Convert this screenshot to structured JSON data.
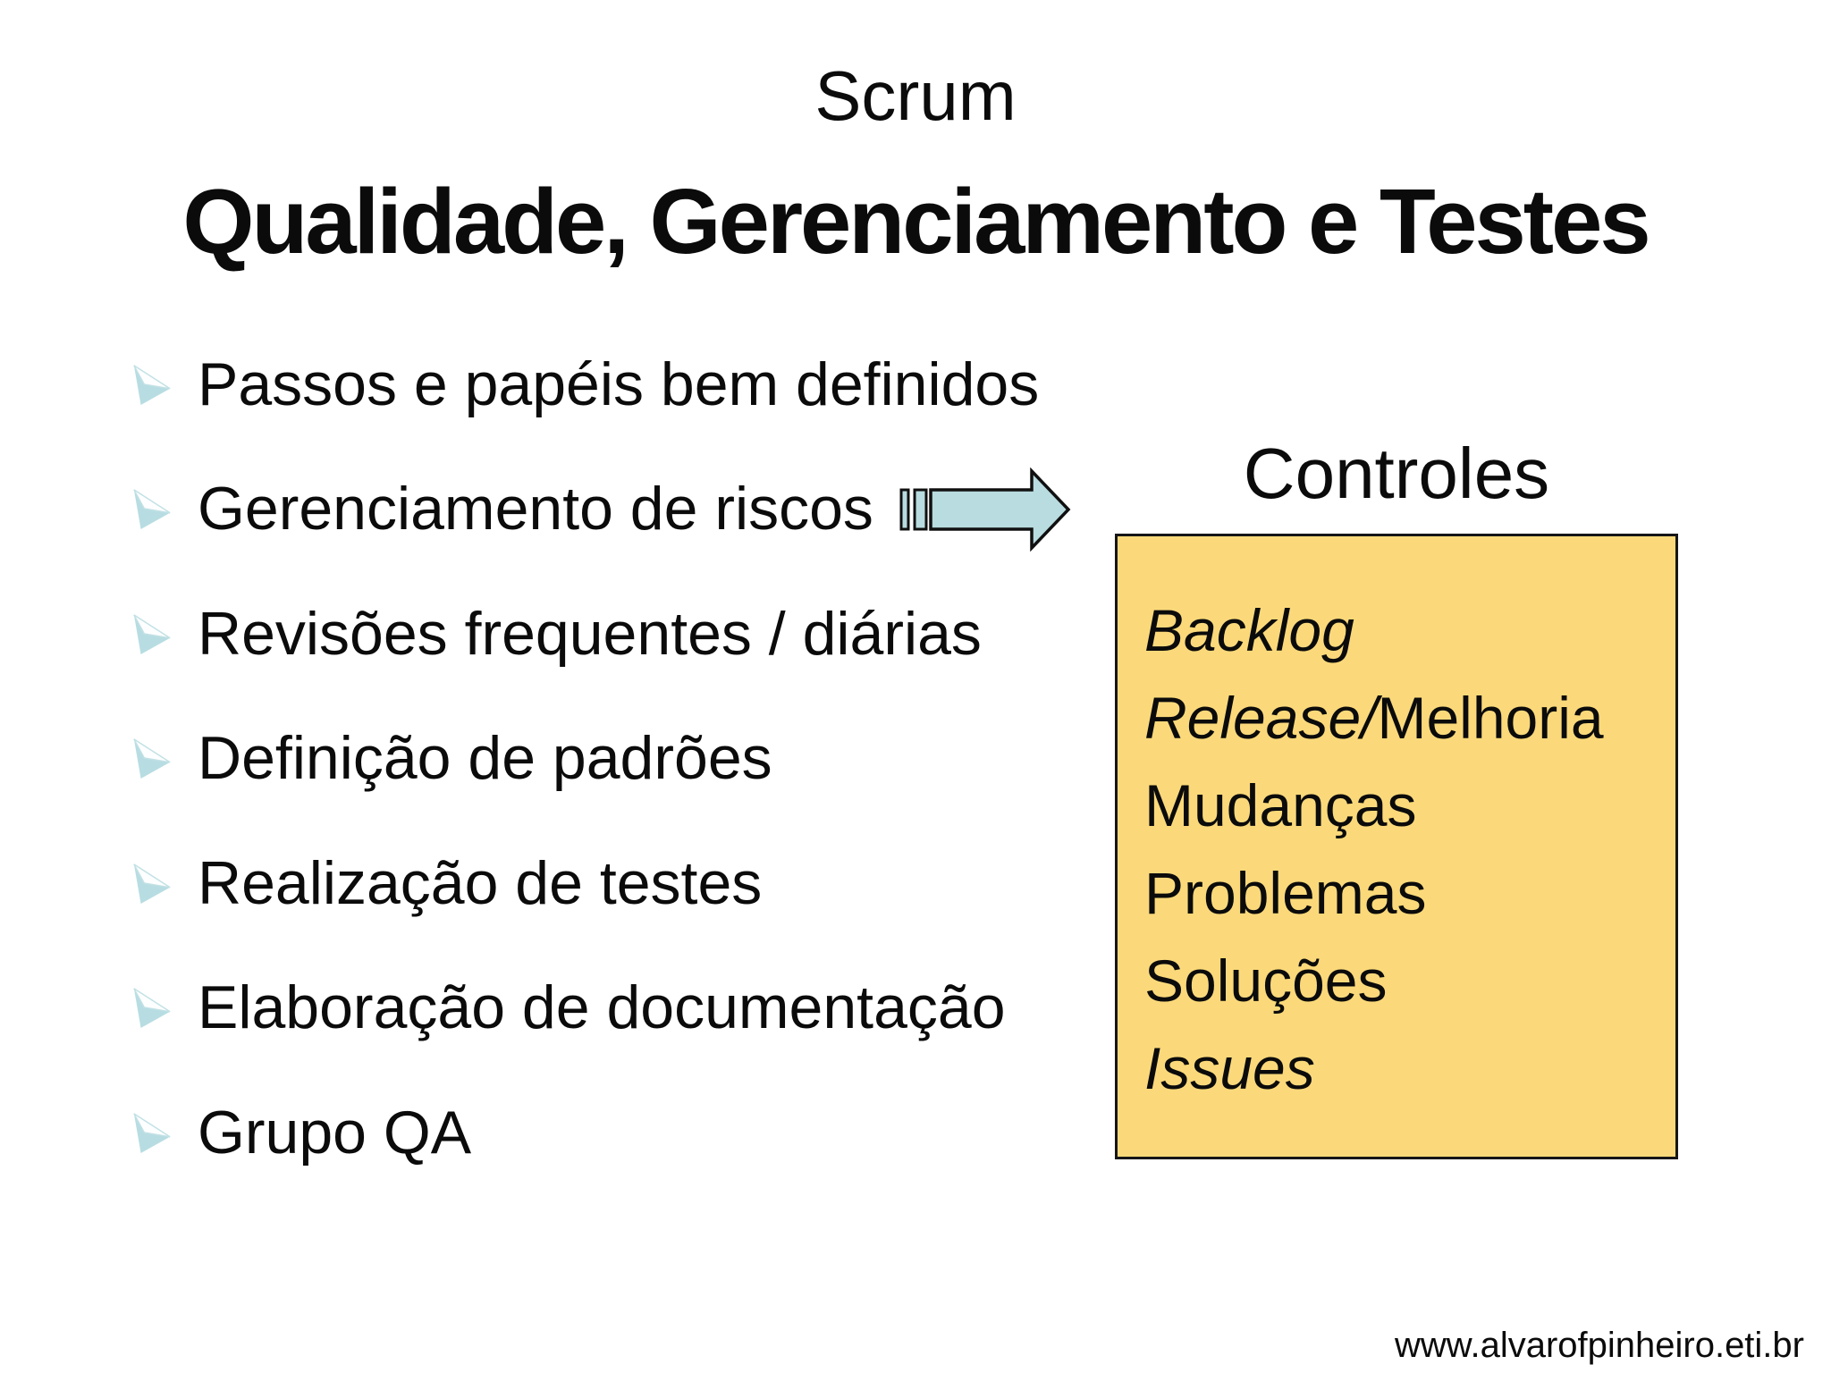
{
  "slide": {
    "title": "Scrum",
    "subtitle": "Qualidade, Gerenciamento e Testes",
    "bullets": [
      "Passos e papéis bem definidos",
      "Gerenciamento de riscos",
      "Revisões frequentes / diárias",
      "Definição de padrões",
      "Realização de testes",
      "Elaboração de documentação",
      "Grupo QA"
    ],
    "controls": {
      "heading": "Controles",
      "items": [
        {
          "text": "Backlog",
          "style": "italic"
        },
        {
          "part1": "Release/",
          "part2": "Melhoria",
          "style": "mixed"
        },
        {
          "text": "Mudanças",
          "style": "normal"
        },
        {
          "text": "Problemas",
          "style": "normal"
        },
        {
          "text": "Soluções",
          "style": "normal"
        },
        {
          "text": "Issues",
          "style": "italic"
        }
      ]
    },
    "footer": "www.alvarofpinheiro.eti.br",
    "colors": {
      "bullet_teal": "#b7dde2",
      "arrow_fill": "#b8dce0",
      "arrow_outline": "#101010",
      "box_yellow": "#fbd97a",
      "box_border": "#161616",
      "text": "#0b0b0b",
      "background": "#ffffff"
    }
  }
}
